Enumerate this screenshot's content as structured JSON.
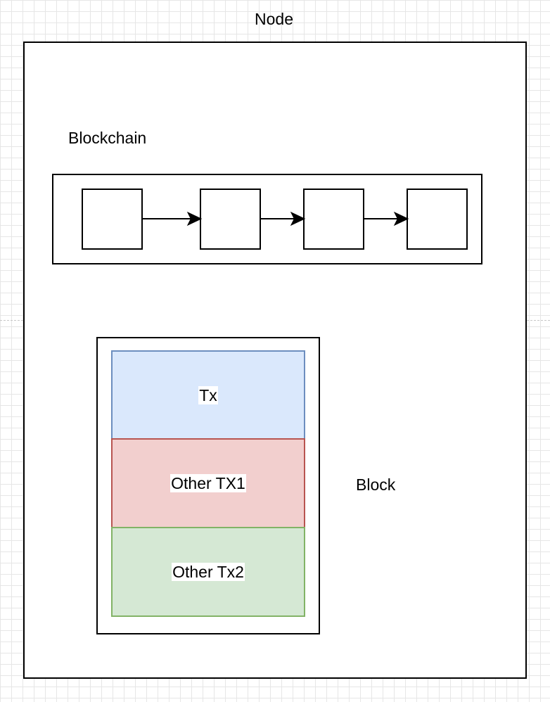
{
  "node": {
    "title": "Node"
  },
  "blockchain": {
    "label": "Blockchain",
    "blocks": [
      "",
      "",
      "",
      ""
    ]
  },
  "block": {
    "label": "Block",
    "transactions": [
      {
        "label": "Tx",
        "fill": "#dae8fc",
        "stroke": "#6c8ebf"
      },
      {
        "label": "Other TX1",
        "fill": "#f8cecc",
        "stroke": "#b85450"
      },
      {
        "label": "Other Tx2",
        "fill": "#d5e8d4",
        "stroke": "#82b366"
      }
    ]
  },
  "colors": {
    "grid": "#e6e6e6",
    "stroke": "#000000"
  }
}
